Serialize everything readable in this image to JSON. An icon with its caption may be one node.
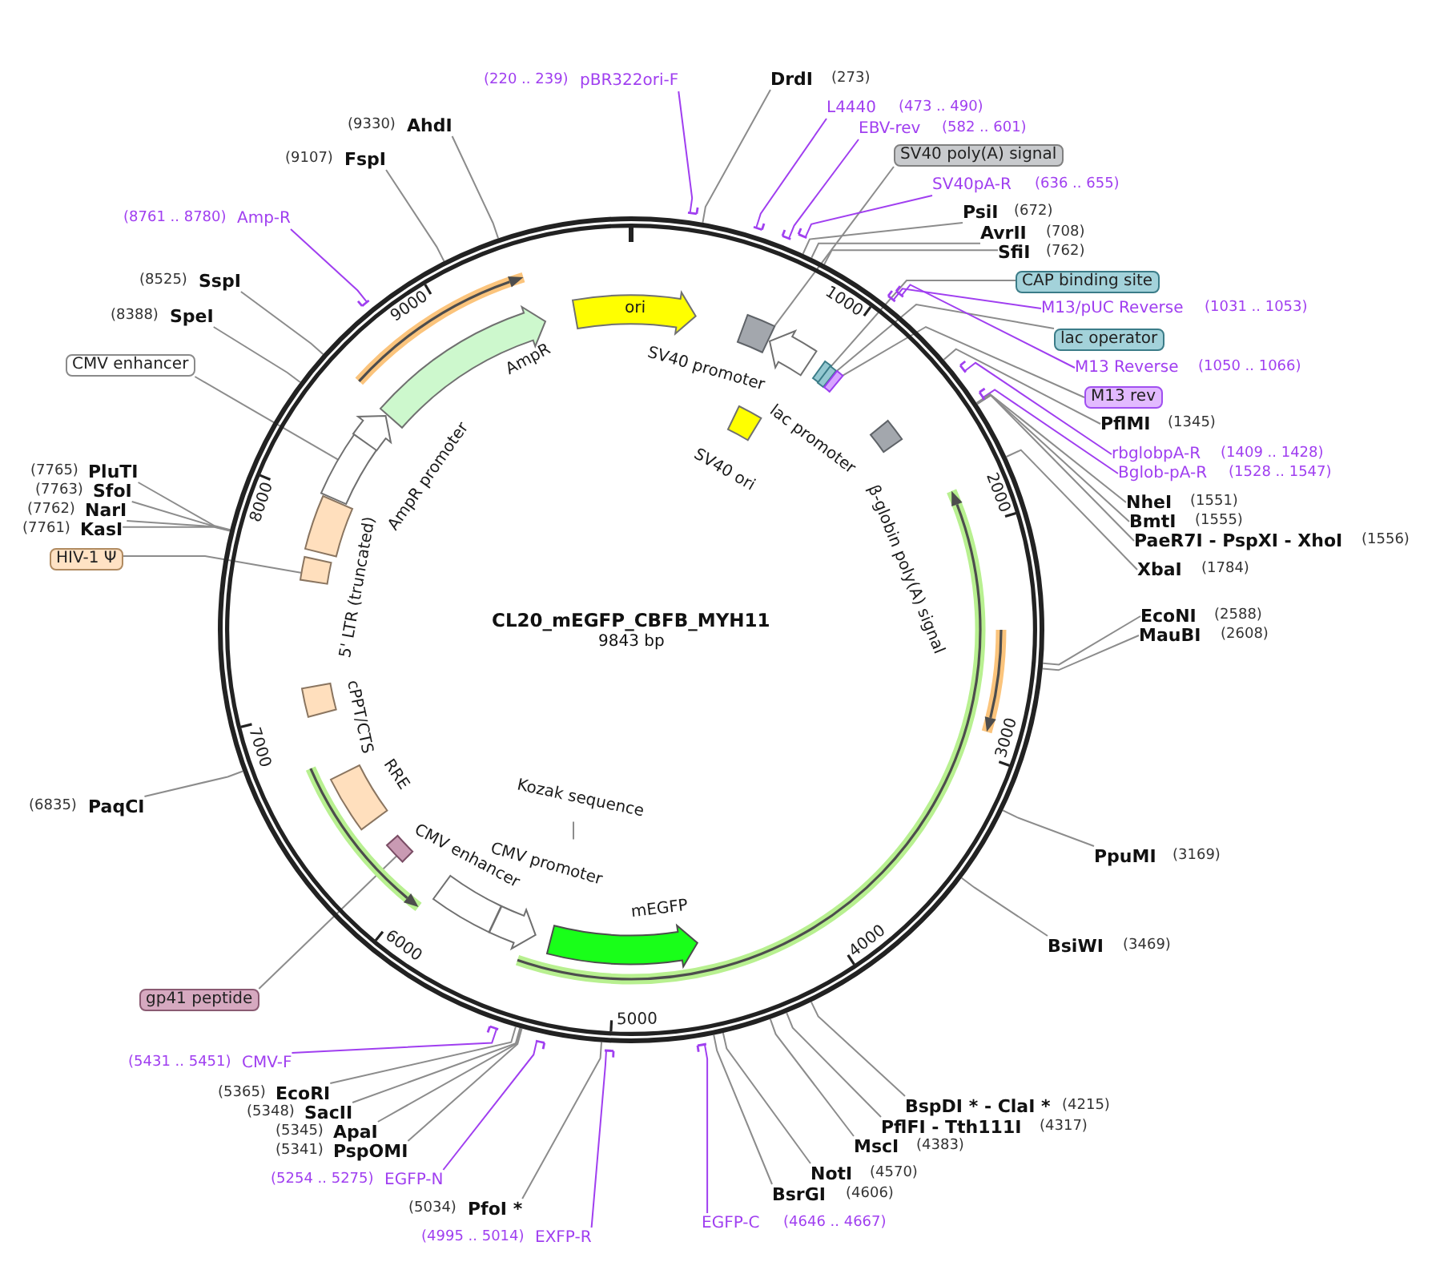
{
  "diagram": {
    "nodes": [
      {
        "text": [
          "CL20_mEGFP_CBFB_MYH11",
          "9843 bp"
        ]
      },
      {
        "text": [
          "ori"
        ],
        "in": 0
      },
      {
        "text": [
          "SV40 promoter"
        ],
        "in": 0
      },
      {
        "text": [
          "lac promoter"
        ],
        "in": 0
      },
      {
        "text": [],
        "shape": "box",
        "in": 0
      },
      {
        "text": [],
        "shape": "box",
        "in": 0
      },
      {
        "text": [],
        "shape": "box",
        "in": 0
      },
      {
        "text": [
          "SV40 ori"
        ],
        "in": 0
      },
      {
        "text": [
          "β-globin poly(A) signal"
        ],
        "in": 0
      },
      {
        "text": [
          "Kozak sequence"
        ],
        "in": 0
      },
      {
        "text": [
          "mEGFP"
        ],
        "in": 0
      },
      {
        "text": [
          "CMV promoter"
        ],
        "in": 0
      },
      {
        "text": [
          "CMV enhancer"
        ],
        "in": 0
      },
      {
        "text": [],
        "shape": "box",
        "in": 0
      },
      {
        "text": [
          "RRE"
        ],
        "in": 0
      },
      {
        "text": [
          "cPPT/CTS"
        ],
        "in": 0
      },
      {
        "text": [],
        "shape": "box",
        "in": 0
      },
      {
        "text": [
          "5' LTR (truncated)"
        ],
        "in": 0
      },
      {
        "text": [],
        "shape": "box",
        "in": 0
      },
      {
        "text": [
          "AmpR promoter"
        ],
        "in": 0
      },
      {
        "text": [
          "AmpR"
        ],
        "in": 0
      },
      {
        "text": [
          "(220 .. 239)",
          "pBR322ori-F"
        ]
      },
      {
        "text": [],
        "shape": "bar"
      },
      {
        "text": [
          "DrdI",
          "(273)"
        ]
      },
      {
        "text": [
          "L4440",
          "(473 .. 490)"
        ]
      },
      {
        "text": [],
        "shape": "bar"
      },
      {
        "text": [
          "EBV-rev",
          "(582 .. 601)"
        ]
      },
      {
        "text": [],
        "shape": "bar"
      },
      {
        "text": [
          "SV40 poly(A) signal"
        ]
      },
      {
        "text": [
          "SV40pA-R",
          "(636 .. 655)"
        ]
      },
      {
        "text": [],
        "shape": "bar"
      },
      {
        "text": [
          "PsiI",
          "(672)"
        ]
      },
      {
        "text": [
          "AvrII",
          "(708)"
        ]
      },
      {
        "text": [
          "SfiI",
          "(762)"
        ]
      },
      {
        "text": [
          "CAP binding site"
        ]
      },
      {
        "text": [
          "M13/pUC Reverse",
          "(1031 .. 1053)"
        ]
      },
      {
        "text": [],
        "shape": "bar"
      },
      {
        "text": [
          "lac operator"
        ]
      },
      {
        "text": [
          "M13 Reverse",
          "(1050 .. 1066)"
        ]
      },
      {
        "text": [],
        "shape": "bar"
      },
      {
        "text": [
          "M13 rev"
        ]
      },
      {
        "text": [
          "PflMI",
          "(1345)"
        ]
      },
      {
        "text": [
          "rbglobpA-R",
          "(1409 .. 1428)"
        ]
      },
      {
        "text": [],
        "shape": "bar"
      },
      {
        "text": [
          "Bglob-pA-R",
          "(1528 .. 1547)"
        ]
      },
      {
        "text": [],
        "shape": "bar"
      },
      {
        "text": [
          "NheI",
          "(1551)"
        ]
      },
      {
        "text": [
          "BmtI",
          "(1555)"
        ]
      },
      {
        "text": [
          "PaeR7I - PspXI - XhoI",
          "(1556)"
        ]
      },
      {
        "text": [
          "XbaI",
          "(1784)"
        ]
      },
      {
        "text": [
          "EcoNI",
          "(2588)"
        ]
      },
      {
        "text": [
          "MauBI",
          "(2608)"
        ]
      },
      {
        "text": [
          "PpuMI",
          "(3169)"
        ]
      },
      {
        "text": [
          "BsiWI",
          "(3469)"
        ]
      },
      {
        "text": [
          "BspDI * - ClaI *",
          "(4215)"
        ]
      },
      {
        "text": [
          "PflFI - Tth111I",
          "(4317)"
        ]
      },
      {
        "text": [
          "MscI",
          "(4383)"
        ]
      },
      {
        "text": [
          "NotI",
          "(4570)"
        ]
      },
      {
        "text": [
          "BsrGI",
          "(4606)"
        ]
      },
      {
        "text": [
          "EGFP-C",
          "(4646 .. 4667)"
        ]
      },
      {
        "text": [],
        "shape": "bar"
      },
      {
        "text": [
          "(4995 .. 5014)",
          "EXFP-R"
        ]
      },
      {
        "text": [],
        "shape": "bar"
      },
      {
        "text": [
          "(5034)",
          "PfoI *"
        ]
      },
      {
        "text": [
          "(5254 .. 5275)",
          "EGFP-N"
        ]
      },
      {
        "text": [],
        "shape": "bar"
      },
      {
        "text": [
          "(5341)",
          "PspOMI"
        ]
      },
      {
        "text": [
          "(5345)",
          "ApaI"
        ]
      },
      {
        "text": [
          "(5348)",
          "SacII"
        ]
      },
      {
        "text": [
          "(5365)",
          "EcoRI"
        ]
      },
      {
        "text": [
          "(5431 .. 5451)",
          "CMV-F"
        ]
      },
      {
        "text": [],
        "shape": "bar"
      },
      {
        "text": [
          "gp41 peptide"
        ]
      },
      {
        "text": [
          "(6835)",
          "PaqCI"
        ]
      },
      {
        "text": [
          "HIV-1 Ψ"
        ]
      },
      {
        "text": [
          "(7761)",
          "KasI"
        ]
      },
      {
        "text": [
          "(7762)",
          "NarI"
        ]
      },
      {
        "text": [
          "(7763)",
          "SfoI"
        ]
      },
      {
        "text": [
          "(7765)",
          "PluTI"
        ]
      },
      {
        "text": [
          "CMV enhancer"
        ]
      },
      {
        "text": [
          "(8388)",
          "SpeI"
        ]
      },
      {
        "text": [
          "(8525)",
          "SspI"
        ]
      },
      {
        "text": [
          "(8761 .. 8780)",
          "Amp-R"
        ]
      },
      {
        "text": [],
        "shape": "bar"
      },
      {
        "text": [
          "(9107)",
          "FspI"
        ]
      },
      {
        "text": [
          "(9330)",
          "AhdI"
        ]
      }
    ],
    "edges": [
      {
        "from": 9,
        "to": 11,
        "arrow": "none"
      },
      {
        "from": 21,
        "to": 22,
        "arrow": "none",
        "color": "#a03ff0"
      },
      {
        "from": 23,
        "to": 0,
        "arrow": "none"
      },
      {
        "from": 24,
        "to": 25,
        "arrow": "none",
        "color": "#a03ff0"
      },
      {
        "from": 26,
        "to": 27,
        "arrow": "none",
        "color": "#a03ff0"
      },
      {
        "from": 28,
        "to": 2,
        "arrow": "none"
      },
      {
        "from": 29,
        "to": 30,
        "arrow": "none",
        "color": "#a03ff0"
      },
      {
        "from": 31,
        "to": 0,
        "arrow": "none"
      },
      {
        "from": 32,
        "to": 0,
        "arrow": "none"
      },
      {
        "from": 33,
        "to": 0,
        "arrow": "none"
      },
      {
        "from": 34,
        "to": 4,
        "arrow": "none"
      },
      {
        "from": 35,
        "to": 36,
        "arrow": "none",
        "color": "#a03ff0"
      },
      {
        "from": 37,
        "to": 5,
        "arrow": "none"
      },
      {
        "from": 38,
        "to": 39,
        "arrow": "none",
        "color": "#a03ff0"
      },
      {
        "from": 40,
        "to": 6,
        "arrow": "none"
      },
      {
        "from": 41,
        "to": 0,
        "arrow": "none"
      },
      {
        "from": 42,
        "to": 43,
        "arrow": "none",
        "color": "#a03ff0"
      },
      {
        "from": 44,
        "to": 45,
        "arrow": "none",
        "color": "#a03ff0"
      },
      {
        "from": 46,
        "to": 0,
        "arrow": "none"
      },
      {
        "from": 47,
        "to": 0,
        "arrow": "none"
      },
      {
        "from": 48,
        "to": 0,
        "arrow": "none"
      },
      {
        "from": 49,
        "to": 0,
        "arrow": "none"
      },
      {
        "from": 50,
        "to": 0,
        "arrow": "none"
      },
      {
        "from": 51,
        "to": 0,
        "arrow": "none"
      },
      {
        "from": 52,
        "to": 0,
        "arrow": "none"
      },
      {
        "from": 53,
        "to": 0,
        "arrow": "none"
      },
      {
        "from": 54,
        "to": 0,
        "arrow": "none"
      },
      {
        "from": 55,
        "to": 0,
        "arrow": "none"
      },
      {
        "from": 56,
        "to": 0,
        "arrow": "none"
      },
      {
        "from": 57,
        "to": 0,
        "arrow": "none"
      },
      {
        "from": 58,
        "to": 0,
        "arrow": "none"
      },
      {
        "from": 59,
        "to": 60,
        "arrow": "none",
        "color": "#a03ff0"
      },
      {
        "from": 61,
        "to": 62,
        "arrow": "none",
        "color": "#a03ff0"
      },
      {
        "from": 63,
        "to": 0,
        "arrow": "none"
      },
      {
        "from": 64,
        "to": 65,
        "arrow": "none",
        "color": "#a03ff0"
      },
      {
        "from": 66,
        "to": 0,
        "arrow": "none"
      },
      {
        "from": 67,
        "to": 0,
        "arrow": "none"
      },
      {
        "from": 68,
        "to": 0,
        "arrow": "none"
      },
      {
        "from": 69,
        "to": 0,
        "arrow": "none"
      },
      {
        "from": 70,
        "to": 71,
        "arrow": "none",
        "color": "#a03ff0"
      },
      {
        "from": 72,
        "to": 13,
        "arrow": "none"
      },
      {
        "from": 73,
        "to": 0,
        "arrow": "none"
      },
      {
        "from": 74,
        "to": 16,
        "arrow": "none"
      },
      {
        "from": 75,
        "to": 0,
        "arrow": "none"
      },
      {
        "from": 76,
        "to": 0,
        "arrow": "none"
      },
      {
        "from": 77,
        "to": 0,
        "arrow": "none"
      },
      {
        "from": 78,
        "to": 0,
        "arrow": "none"
      },
      {
        "from": 79,
        "to": 18,
        "arrow": "none"
      },
      {
        "from": 80,
        "to": 0,
        "arrow": "none"
      },
      {
        "from": 81,
        "to": 0,
        "arrow": "none"
      },
      {
        "from": 82,
        "to": 83,
        "arrow": "none",
        "color": "#a03ff0"
      },
      {
        "from": 84,
        "to": 0,
        "arrow": "none"
      },
      {
        "from": 85,
        "to": 0,
        "arrow": "none"
      }
    ],
    "labels": [
      "1000",
      "2000",
      "3000",
      "4000",
      "5000",
      "6000",
      "7000",
      "8000",
      "9000"
    ]
  }
}
